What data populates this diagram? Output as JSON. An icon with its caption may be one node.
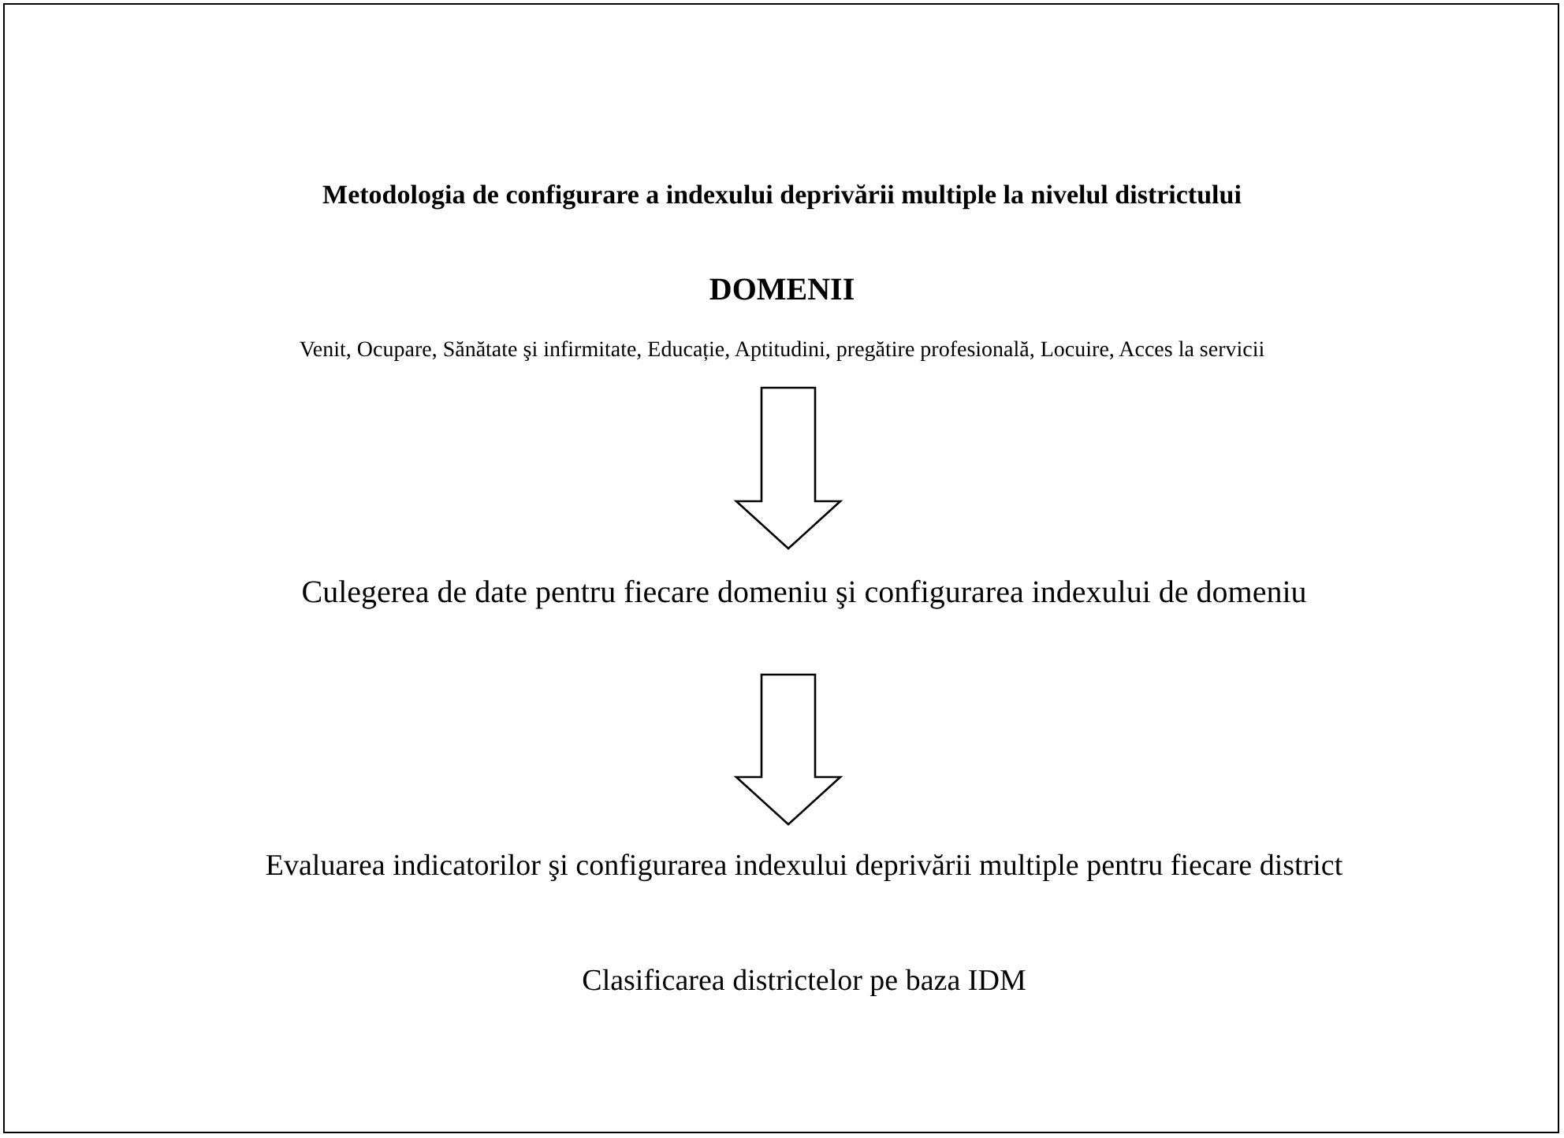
{
  "diagram": {
    "title": "Metodologia de configurare a indexului deprivării multiple la nivelul districtului",
    "nodes": [
      {
        "text": [
          "DOMENII",
          "Venit, Ocupare, Sănătate şi infirmitate, Educație, Aptitudini, pregătire profesională, Locuire, Acces la servicii"
        ]
      },
      {
        "text": [
          "Culegerea de date pentru fiecare domeniu şi configurarea indexului de domeniu"
        ]
      },
      {
        "text": [
          "Evaluarea indicatorilor şi configurarea indexului deprivării multiple pentru fiecare district"
        ]
      }
    ],
    "edges": [
      {
        "from": 0,
        "to": 1,
        "arrow": "to"
      },
      {
        "from": 1,
        "to": 2,
        "arrow": "to"
      }
    ],
    "labels": [
      "Clasificarea districtelor pe baza IDM"
    ]
  }
}
